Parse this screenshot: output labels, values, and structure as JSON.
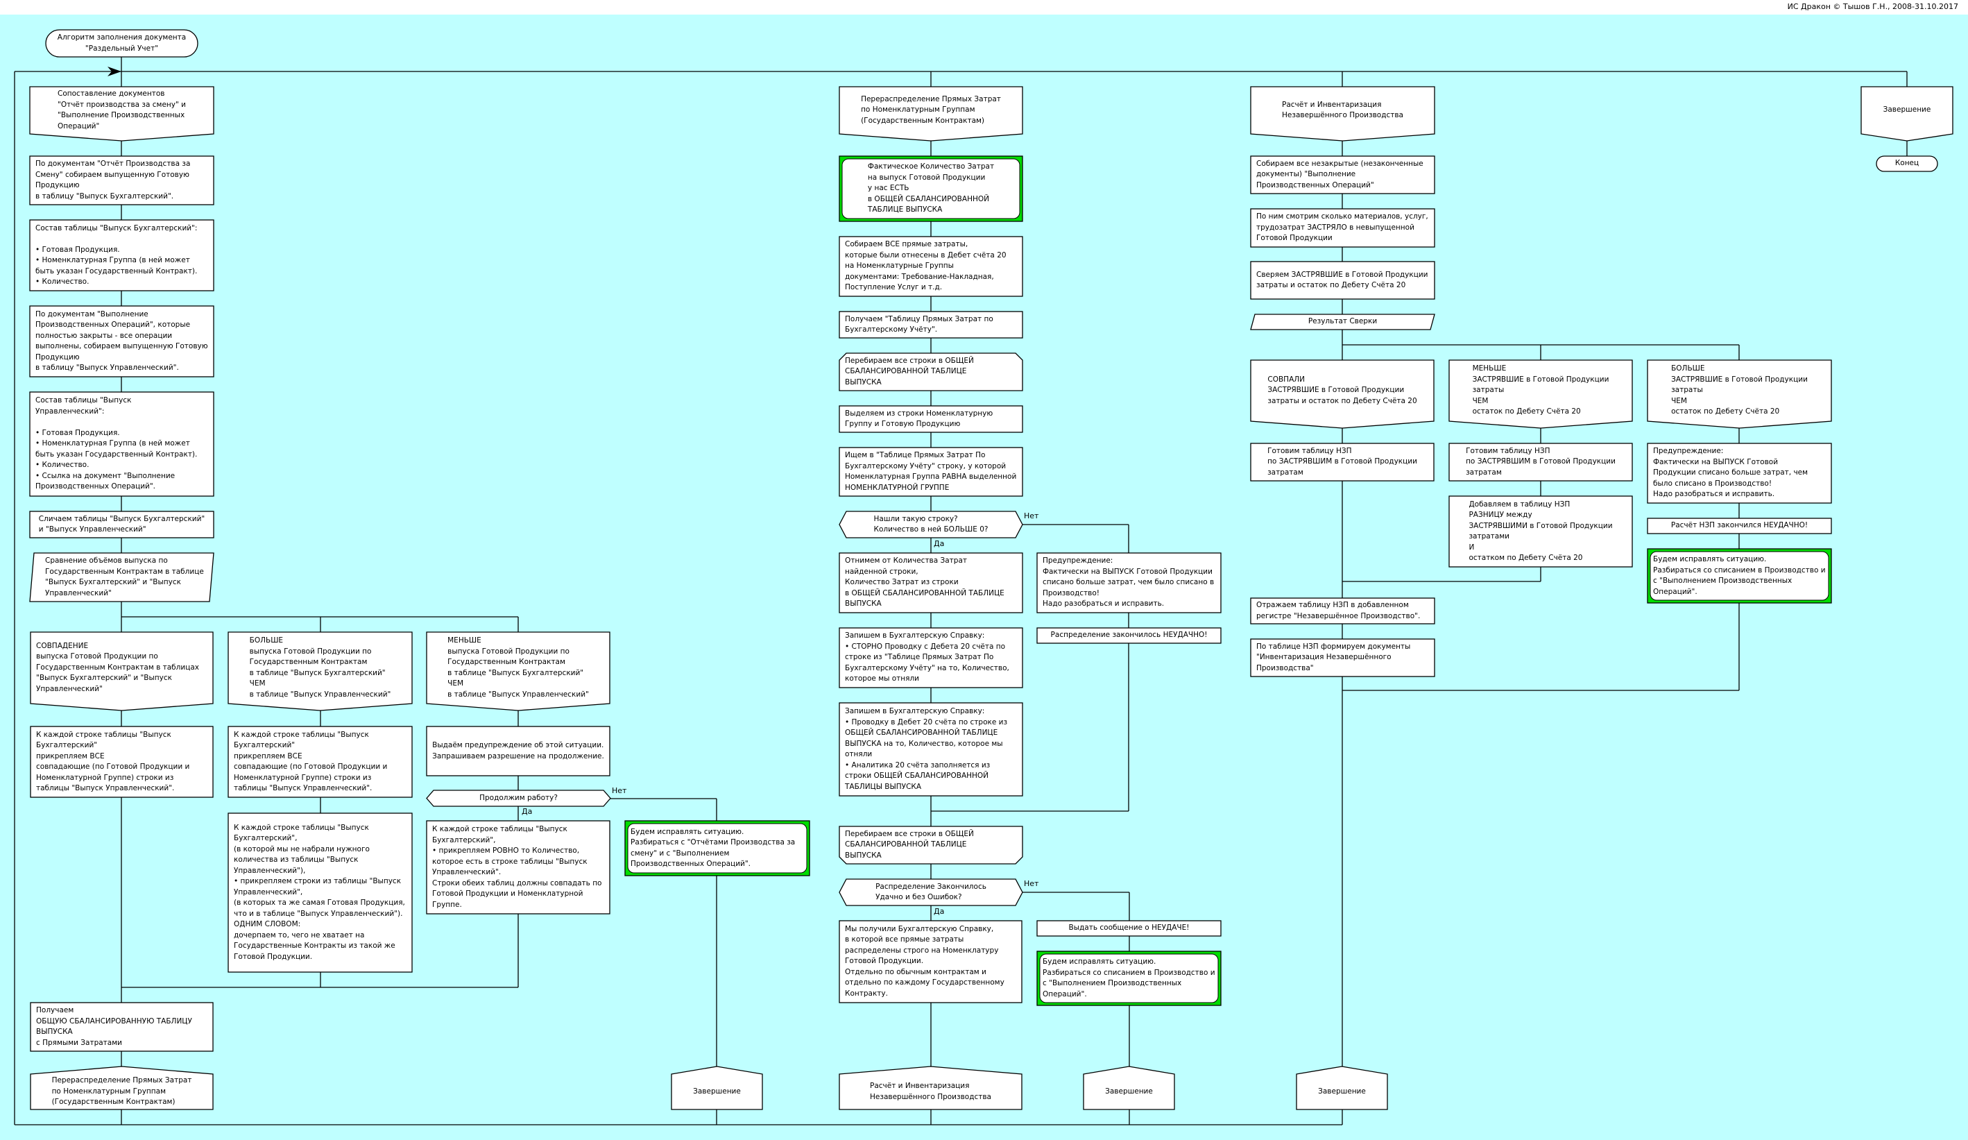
{
  "copyright": "ИС Дракон © Тышов Г.Н., 2008-31.10.2017",
  "title": "Алгоритм заполнения документа\n\"Раздельный Учет\"",
  "labels": {
    "yes": "Да",
    "no": "Нет"
  },
  "colA": {
    "header": "Сопоставление документов\n\"Отчёт производства за смену\" и\n\"Выполнение Производственных\nОпераций\"",
    "s1": "По документам \"Отчёт Производства за Смену\" собираем выпущенную Готовую Продукцию\nв таблицу \"Выпуск Бухгалтерский\".",
    "s2": "Состав таблицы \"Выпуск Бухгалтерский\":\n\n• Готовая Продукция.\n• Номенклатурная Группа (в ней может быть указан Государственный Контракт).\n• Количество.",
    "s3": "По документам \"Выполнение Производственных Операций\", которые полностью закрыты - все операции выполнены, собираем выпущенную Готовую Продукцию\nв таблицу \"Выпуск Управленческий\".",
    "s4": "Состав таблицы \"Выпуск\nУправленческий\":\n\n• Готовая Продукция.\n• Номенклатурная Группа (в ней может быть указан Государственный Контракт).\n• Количество.\n• Ссылка на документ \"Выполнение Производственных Операций\".",
    "s5": "Сличаем таблицы \"Выпуск Бухгалтерский\"\nи \"Выпуск Управленческий\"",
    "select": "Сравнение объёмов выпуска по Государственным Контрактам в таблице \"Выпуск Бухгалтерский\" и \"Выпуск Управленческий\"",
    "case_match": "СОВПАДЕНИЕ\nвыпуска Готовой Продукции по Государственным Контрактам в таблицах \"Выпуск Бухгалтерский\" и \"Выпуск Управленческий\"",
    "case_more": "БОЛЬШЕ\nвыпуска Готовой Продукции по\nГосударственным Контрактам\nв таблице \"Выпуск Бухгалтерский\"\nЧЕМ\nв таблице \"Выпуск Управленческий\"",
    "case_less": "МЕНЬШЕ\nвыпуска Готовой Продукции по\nГосударственным Контрактам\nв таблице \"Выпуск Бухгалтерский\"\nЧЕМ\nв таблице \"Выпуск Управленческий\"",
    "match_action": "К каждой строке таблицы \"Выпуск\nБухгалтерский\"\nприкрепляем ВСЕ\nсовпадающие (по Готовой Продукции и Номенклатурной Группе) строки из таблицы \"Выпуск Управленческий\".",
    "more_action1": "К каждой строке таблицы \"Выпуск\nБухгалтерский\"\nприкрепляем ВСЕ\nсовпадающие (по Готовой Продукции и Номенклатурной Группе) строки из таблицы \"Выпуск Управленческий\".",
    "more_action2": "К каждой строке таблицы \"Выпуск\nБухгалтерский\",\n(в которой мы не набрали нужного количества из таблицы \"Выпуск Управленческий\"),\n• прикрепляем строки из таблицы \"Выпуск Управленческий\",\n(в которых та же самая Готовая Продукция, что и в таблице  \"Выпуск Управленческий\").\nОДНИМ СЛОВОМ:\nдочерпаем то, чего не хватает на Государственные Контракты из такой же Готовой Продукции.",
    "less_warning": "Выдаём предупреждение об этой ситуации.\nЗапрашиваем разрешение на продолжение.",
    "continue_q": "Продолжим работу?",
    "less_action": "К каждой строке таблицы \"Выпуск\nБухгалтерский\",\n• прикрепляем РОВНО то Количество, которое есть в строке таблицы \"Выпуск Управленческий\".\nСтроки обеих таблиц должны совпадать по Готовой Продукции и Номенклатурной Группе.",
    "fix": "Будем исправлять ситуацию.\nРазбираться с \"Отчётами Производства за смену\" и с  \"Выполнением Производственных Операций\".",
    "result": "Получаем\nОБЩУЮ СБАЛАНСИРОВАННУЮ ТАБЛИЦУ ВЫПУСКА\nс Прямыми Затратами",
    "goto": "Перераспределение Прямых Затрат\nпо Номенклатурным Группам\n(Государственным Контрактам)",
    "end": "Завершение"
  },
  "colB": {
    "header": "Перераспределение Прямых Затрат\nпо Номенклатурным Группам\n(Государственным Контрактам)",
    "fact": "Фактическое Количество Затрат\nна выпуск Готовой Продукции\nу нас ЕСТЬ\nв ОБЩЕЙ СБАЛАНСИРОВАННОЙ\nТАБЛИЦЕ ВЫПУСКА",
    "s1": "Собираем ВСЕ прямые затраты,\nкоторые были отнесены в Дебет счёта 20\nна Номенклатурные Группы\nдокументами: Требование-Накладная, Поступление Услуг и т.д.",
    "s2": "Получаем \"Таблицу Прямых Затрат по Бухгалтерскому Учёту\".",
    "loop_start": "Перебираем все строки в ОБЩЕЙ СБАЛАНСИРОВАННОЙ ТАБЛИЦЕ\nВЫПУСКА",
    "s3": "Выделяем из строки Номенклатурную Группу и Готовую Продукцию",
    "s4": "Ищем в \"Таблице Прямых Затрат По Бухгалтерскому Учёту\" строку, у которой Номенклатурная Группа РАВНА выделенной НОМЕНКЛАТУРНОЙ ГРУППЕ",
    "q1": "Нашли такую строку?\nКоличество в ней БОЛЬШЕ 0?",
    "s5": "Отнимем от Количества Затрат\nнайденной строки,\nКоличество Затрат из строки\nв ОБЩЕЙ СБАЛАНСИРОВАННОЙ ТАБЛИЦЕ ВЫПУСКА",
    "warn": "Предупреждение:\nФактически на ВЫПУСК Готовой Продукции списано больше затрат, чем было списано в Производство!\nНадо разобраться и исправить.",
    "fail": "Распределение закончилось НЕУДАЧНО!",
    "s6": "Запишем в Бухгалтерскую Справку:\n• СТОРНО Проводку с Дебета 20 счёта по строке из \"Таблице Прямых Затрат По Бухгалтерскому Учёту\" на то, Количество, которое мы отняли",
    "s7": "Запишем в Бухгалтерскую Справку:\n• Проводку в Дебет 20 счёта по строке из ОБЩЕЙ СБАЛАНСИРОВАННОЙ ТАБЛИЦЕ ВЫПУСКА на то, Количество, которое мы отняли\n• Аналитика 20 счёта заполняется из строки ОБЩЕЙ СБАЛАНСИРОВАННОЙ ТАБЛИЦЫ ВЫПУСКА",
    "loop_end": "Перебираем все строки в ОБЩЕЙ СБАЛАНСИРОВАННОЙ ТАБЛИЦЕ\nВЫПУСКА",
    "q2": "Распределение Закончилось\nУдачно и без Ошибок?",
    "ok": "Мы получили Бухгалтерскую Справку,\nв которой все прямые затраты распределены строго на Номенклатуру Готовой Продукции.\nОтдельно по обычным контрактам и отдельно по каждому Государственному Контракту.",
    "fail_msg": "Выдать сообщение о НЕУДАЧЕ!",
    "fix": "Будем исправлять ситуацию.\nРазбираться со списанием в Производство и с  \"Выполнением Производственных Операций\".",
    "goto": "Расчёт и Инвентаризация\nНезавершённого Производства",
    "end": "Завершение"
  },
  "colC": {
    "header": "Расчёт и Инвентаризация\nНезавершённого Производства",
    "s1": "Собираем все незакрытые (незаконченные документы) \"Выполнение Производственных Операций\"",
    "s2": "По ним смотрим сколько материалов, услуг, трудозатрат ЗАСТРЯЛО в невыпущенной Готовой Продукции",
    "s3": "Сверяем ЗАСТРЯВШИЕ в Готовой Продукции затраты и остаток по Дебету Счёта 20",
    "select": "Результат Сверки",
    "case_equal": "СОВПАЛИ\nЗАСТРЯВШИЕ в Готовой Продукции\nзатраты и остаток по Дебету Счёта 20",
    "case_less": "МЕНЬШЕ\nЗАСТРЯВШИЕ в Готовой Продукции\nзатраты\nЧЕМ\nостаток по Дебету Счёта 20",
    "case_more": "БОЛЬШЕ\nЗАСТРЯВШИЕ в Готовой Продукции\nзатраты\nЧЕМ\nостаток по Дебету Счёта 20",
    "prep1": "Готовим таблицу НЗП\nпо ЗАСТРЯВШИМ в Готовой Продукции\nзатратам",
    "prep2": "Готовим таблицу НЗП\nпо ЗАСТРЯВШИМ в Готовой Продукции\nзатратам",
    "add_diff": "Добавляем в таблицу НЗП\nРАЗНИЦУ между\nЗАСТРЯВШИМИ в Готовой Продукции\nзатратами\nИ\nостатком по Дебету Счёта 20",
    "warn": "Предупреждение:\nФактически на ВЫПУСК Готовой\nПродукции списано больше затрат, чем было списано в Производство!\nНадо разобраться и исправить.",
    "fail": "Расчёт НЗП закончился НЕУДАЧНО!",
    "fix": "Будем исправлять ситуацию.\nРазбираться со списанием в Производство и с  \"Выполнением Производственных Операций\".",
    "s4": "Отражаем таблицу НЗП в добавленном регистре \"Незавершённое Производство\".",
    "s5": "По таблице НЗП формируем документы \"Инвентаризация Незавершённого Производства\"",
    "end": "Завершение"
  },
  "colD": {
    "header": "Завершение",
    "end": "Конец"
  }
}
